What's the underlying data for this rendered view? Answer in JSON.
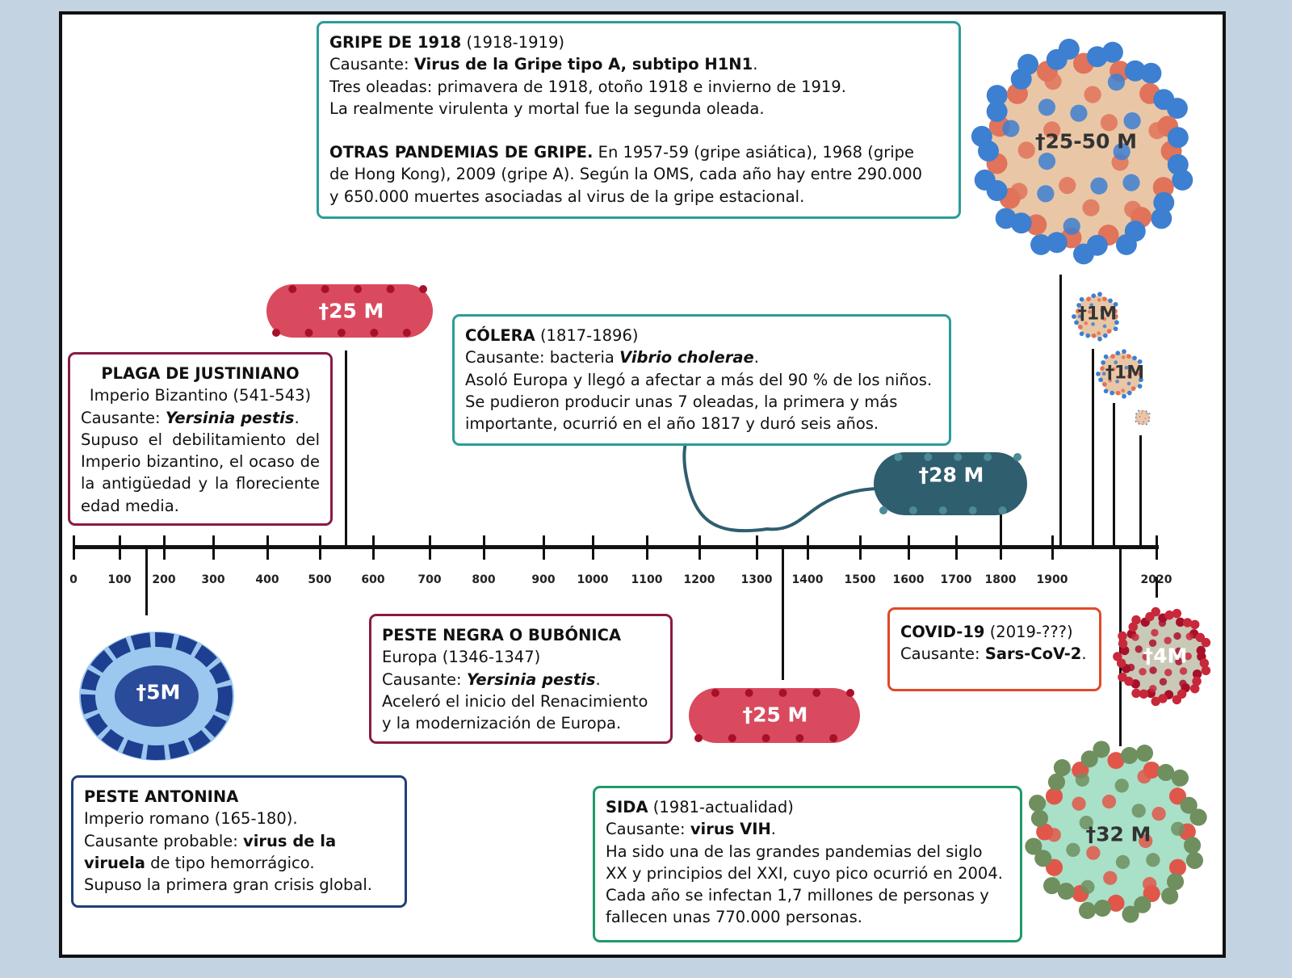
{
  "colors": {
    "background": "#c3d3e2",
    "gripe": "#2a9d9a",
    "justiniano": "#8b1a45",
    "colera": "#2a9d9a",
    "peste_negra": "#8b1a45",
    "antonina": "#1f3f7a",
    "sida": "#1f9a6a",
    "covid": "#e0492b"
  },
  "timeline": {
    "ticks": [
      "0",
      "100",
      "200",
      "300",
      "400",
      "500",
      "600",
      "700",
      "800",
      "900",
      "1000",
      "1100",
      "1200",
      "1300",
      "1400",
      "1500",
      "1600",
      "1700",
      "1800",
      "1900",
      "2020"
    ]
  },
  "gripe": {
    "title": "GRIPE DE 1918",
    "years": " (1918-1919)",
    "cause_label": "Causante: ",
    "cause": "Virus de la Gripe tipo A, subtipo H1N1",
    "cause_end": ".",
    "l3": "Tres oleadas: primavera de 1918, otoño 1918 e invierno de 1919.",
    "l4": "La realmente virulenta y mortal fue la segunda oleada.",
    "other_title": "OTRAS PANDEMIAS DE GRIPE.",
    "other_l1": " En 1957-59 (gripe asiática),  1968  (gripe",
    "other_l2": "de Hong Kong), 2009 (gripe A). Según la OMS, cada año hay entre 290.000",
    "other_l3": "y 650.000 muertes asociadas al virus de la gripe estacional.",
    "deaths": "†25-50 M",
    "deaths_1957": "†1M",
    "deaths_1968": "†1M"
  },
  "justiniano": {
    "title": "PLAGA DE JUSTINIANO",
    "l2": "Imperio Bizantino (541-543)",
    "cause_label": "Causante: ",
    "cause": "Yersinia pestis",
    "cause_end": ".",
    "l4": "Supuso el debilitamiento del Imperio bizantino, el ocaso de la antigüedad y la floreciente edad media.",
    "deaths": "†25 M"
  },
  "colera": {
    "title": "CÓLERA",
    "years": " (1817-1896)",
    "cause_label": "Causante: bacteria ",
    "cause": "Vibrio cholerae",
    "cause_end": ".",
    "l3": "Asoló Europa y llegó a afectar a más del 90 % de los niños.",
    "l4": "Se pudieron producir unas 7 oleadas, la primera y más",
    "l5": "importante, ocurrió en el año 1817 y duró seis años.",
    "deaths": "†28 M"
  },
  "antonina": {
    "title": "PESTE ANTONINA",
    "l2": "Imperio romano (165-180).",
    "cause_label": "Causante probable: ",
    "cause_a": "virus de la",
    "cause_b": "viruela",
    "l4": " de tipo hemorrágico.",
    "l5": "Supuso la primera gran crisis global.",
    "deaths": "†5M"
  },
  "peste_negra": {
    "title": "PESTE NEGRA O BUBÓNICA",
    "l2": "Europa (1346-1347)",
    "cause_label": "Causante: ",
    "cause": "Yersinia pestis",
    "cause_end": ".",
    "l4": "Aceleró el inicio del Renacimiento",
    "l5": "y la modernización de Europa.",
    "deaths": "†25 M"
  },
  "sida": {
    "title": "SIDA",
    "years": " (1981-actualidad)",
    "cause_label": "Causante: ",
    "cause": "virus VIH",
    "cause_end": ".",
    "l3": "Ha sido una de las grandes pandemias del siglo",
    "l4": "XX y principios del XXI, cuyo pico ocurrió en 2004.",
    "l5": "Cada año se infectan 1,7 millones de personas y",
    "l6": "fallecen unas 770.000 personas.",
    "deaths": "†32 M"
  },
  "covid": {
    "title": "COVID-19",
    "years": " (2019-???)",
    "cause_label": "Causante: ",
    "cause": "Sars-CoV-2",
    "cause_end": ".",
    "deaths": "†4M"
  }
}
